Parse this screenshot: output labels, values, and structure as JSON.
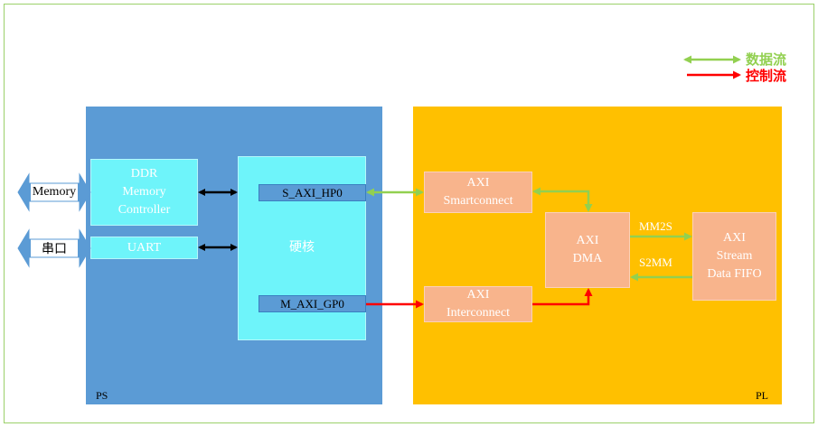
{
  "legend": {
    "data_flow": {
      "label": "数据流",
      "color": "#92d050"
    },
    "control_flow": {
      "label": "控制流",
      "color": "#ff0000"
    }
  },
  "regions": {
    "ps": {
      "label": "PS",
      "color": "#5b9bd5"
    },
    "pl": {
      "label": "PL",
      "color": "#ffc000"
    }
  },
  "external": {
    "memory": "Memory",
    "serial": "串口"
  },
  "ps_blocks": {
    "ddr_controller": [
      "DDR",
      "Memory",
      "Controller"
    ],
    "uart": "UART",
    "hard_core": "硬核",
    "s_axi_hp0": "S_AXI_HP0",
    "m_axi_gp0": "M_AXI_GP0"
  },
  "pl_blocks": {
    "axi_smartconnect": [
      "AXI",
      "Smartconnect"
    ],
    "axi_interconnect": [
      "AXI",
      "Interconnect"
    ],
    "axi_dma": [
      "AXI",
      "DMA"
    ],
    "axi_stream_fifo": [
      "AXI",
      "Stream",
      "Data FIFO"
    ]
  },
  "flows": {
    "mm2s": "MM2S",
    "s2mm": "S2MM"
  }
}
